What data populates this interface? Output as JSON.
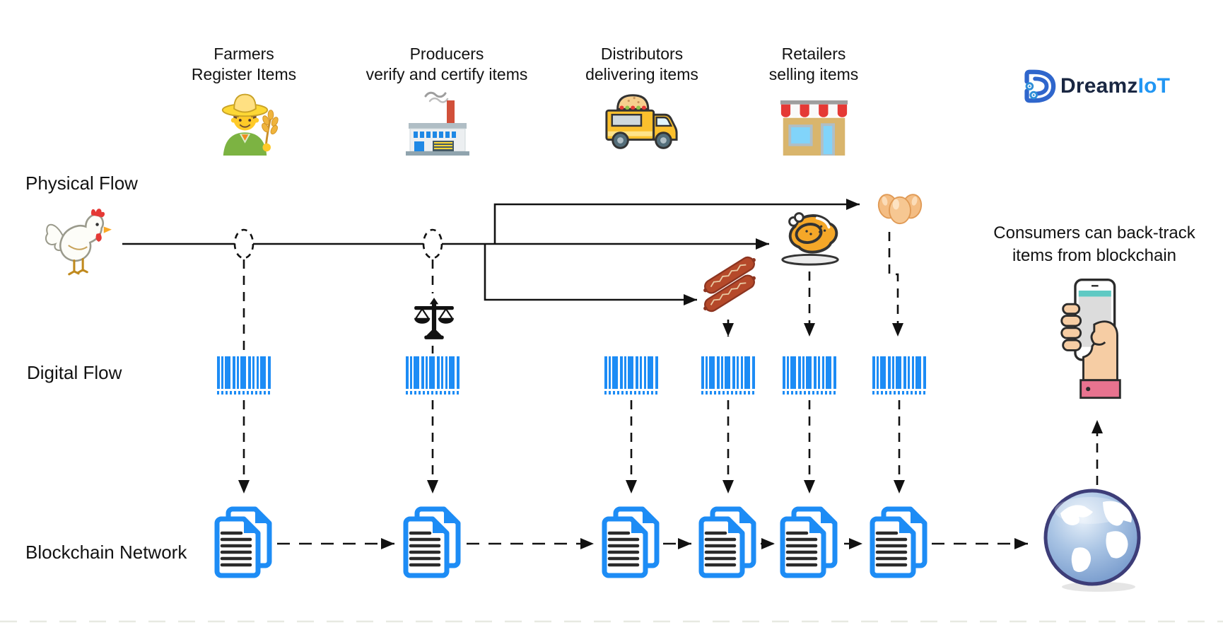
{
  "title": "Blockchain food supply-chain traceability diagram",
  "logo": {
    "brand": "Dreamz",
    "suffix": "IoT"
  },
  "header": {
    "columns": [
      {
        "line1": "Farmers",
        "line2": "Register Items",
        "icon": "farmer-icon"
      },
      {
        "line1": "Producers",
        "line2": "verify and certify items",
        "icon": "factory-icon"
      },
      {
        "line1": "Distributors",
        "line2": "delivering items",
        "icon": "food-truck-icon"
      },
      {
        "line1": "Retailers",
        "line2": "selling items",
        "icon": "store-icon"
      }
    ]
  },
  "rows": {
    "physical": "Physical Flow",
    "digital": "Digital Flow",
    "blockchain": "Blockchain Network"
  },
  "consumer_note": {
    "line1": "Consumers can back-track",
    "line2": "items from blockchain"
  },
  "icons": {
    "source_animal": "hen-icon",
    "checkpoint": "junction-ellipse",
    "verification": "balance-scale-icon",
    "products": [
      "sausages-icon",
      "roast-chicken-icon",
      "eggs-icon"
    ],
    "digital_record": "barcode-icon",
    "ledger_block": "blockchain-documents-icon",
    "network": "globe-icon",
    "consumer_device": "hand-holding-phone-icon",
    "brand_mark": "dreamziot-logo-mark"
  },
  "colors": {
    "barcode_blue": "#1d8cf5",
    "line_black": "#111111",
    "logo_navy": "#1a2742",
    "logo_blue": "#2196f3",
    "phone_teal": "#5fc9c3",
    "cuff_pink": "#e8738f"
  }
}
